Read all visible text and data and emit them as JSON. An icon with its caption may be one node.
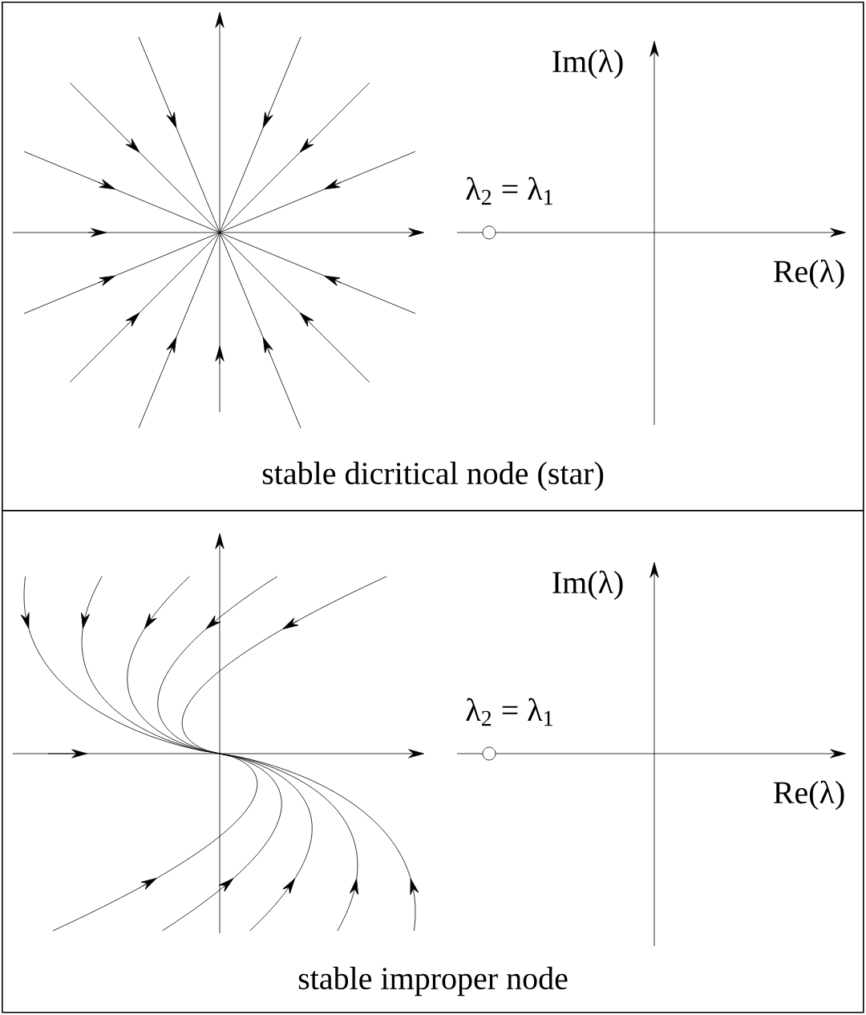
{
  "diagram": {
    "nodes": [
      {
        "text": [
          "stable dicritical node (star)"
        ]
      },
      {
        "text": [
          "stable improper node"
        ]
      }
    ],
    "labels": [
      "Im(λ)",
      "λ$_{2}$ = λ$_{1}$",
      "Re(λ)",
      "Im(λ)",
      "λ$_{2}$ = λ$_{1}$",
      "Re(λ)"
    ]
  }
}
